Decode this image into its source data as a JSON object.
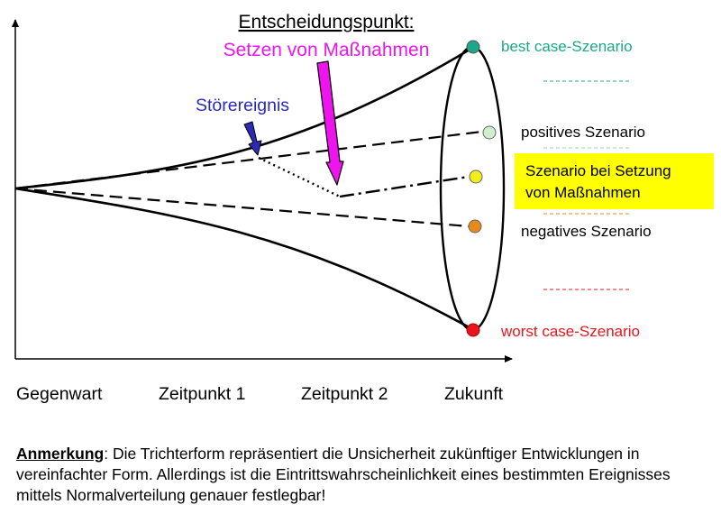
{
  "title": "Entscheidungspunkt:",
  "labels": {
    "measures": "Setzen von Maßnahmen",
    "disturbance": "Störereignis",
    "best_case": "best case-Szenario",
    "positive": "positives Szenario",
    "measures_scenario_line1": "Szenario bei Setzung",
    "measures_scenario_line2": "von Maßnahmen",
    "negative": "negatives Szenario",
    "worst_case": "worst case-Szenario"
  },
  "time_axis": [
    "Gegenwart",
    "Zeitpunkt 1",
    "Zeitpunkt 2",
    "Zukunft"
  ],
  "note": {
    "keyword": "Anmerkung",
    "text": ": Die Trichterform repräsentiert die Unsicherheit zukünftiger Entwicklungen in vereinfachter Form. Allerdings ist die Eintrittswahrscheinlichkeit eines bestimmten Ereignisses mittels Normalverteilung genauer festlegbar!"
  },
  "colors": {
    "best_case": "#1aa88a",
    "positive": "#cfeecf",
    "measures_point": "#f2ee1a",
    "negative": "#e8891c",
    "worst_case": "#e8161c",
    "magenta": "#ee14ee",
    "blue": "#2b2bb8",
    "highlight": "#ffff00"
  }
}
